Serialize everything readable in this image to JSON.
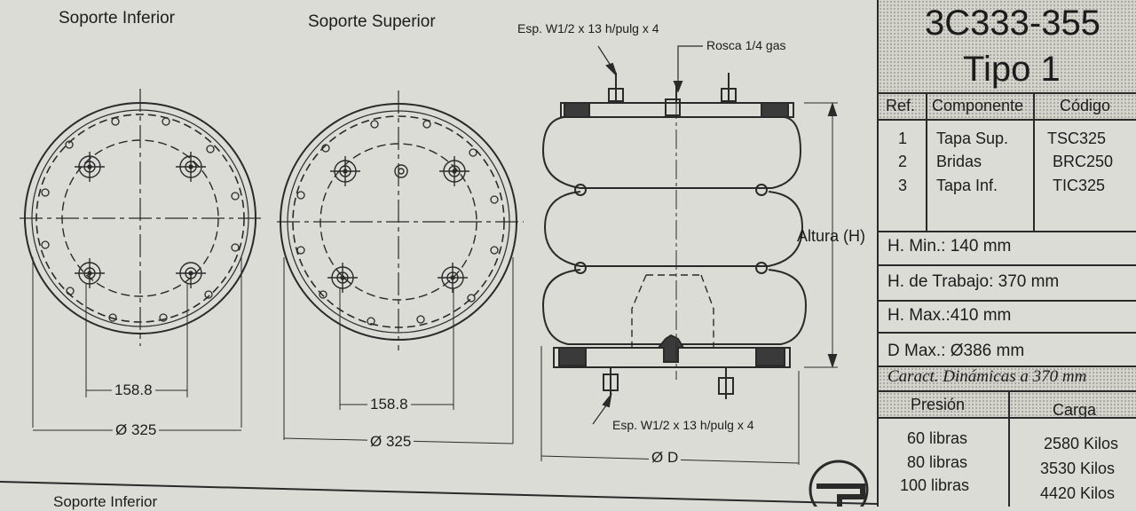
{
  "labels": {
    "lower_support": "Soporte Inferior",
    "upper_support": "Soporte Superior",
    "thread_top": "Esp. W1/2 x 13 h/pulg x 4",
    "thread_bottom": "Esp. W1/2 x 13 h/pulg x 4",
    "gas_thread": "Rosca 1/4 gas",
    "height": "Altura (H)",
    "dim_bolt_left": "158.8",
    "dim_dia_left": "Ø 325",
    "dim_bolt_right": "158.8",
    "dim_dia_right": "Ø 325",
    "dim_diameter": "Ø D",
    "bottom_cut": "Soporte Inferior"
  },
  "spec": {
    "part_number": "3C333-355",
    "type": "Tipo 1",
    "headers": {
      "ref": "Ref.",
      "component": "Componente",
      "code": "Código"
    },
    "parts": [
      {
        "ref": "1",
        "component": "Tapa Sup.",
        "code": "TSC325"
      },
      {
        "ref": "2",
        "component": "Bridas",
        "code": "BRC250"
      },
      {
        "ref": "3",
        "component": "Tapa Inf.",
        "code": "TIC325"
      }
    ],
    "h_min": "H. Min.: 140 mm",
    "h_work": "H. de Trabajo: 370 mm",
    "h_max": "H. Max.:410 mm",
    "d_max": "D Max.:  Ø386 mm",
    "dynamic_title": "Caract. Dinámicas a 370 mm",
    "pressure_header": "Presión",
    "load_header": "Carga",
    "loads": [
      {
        "pressure": "60 libras",
        "load": "2580 Kilos"
      },
      {
        "pressure": "80 libras",
        "load": "3530 Kilos"
      },
      {
        "pressure": "100 libras",
        "load": "4420 Kilos"
      }
    ]
  }
}
